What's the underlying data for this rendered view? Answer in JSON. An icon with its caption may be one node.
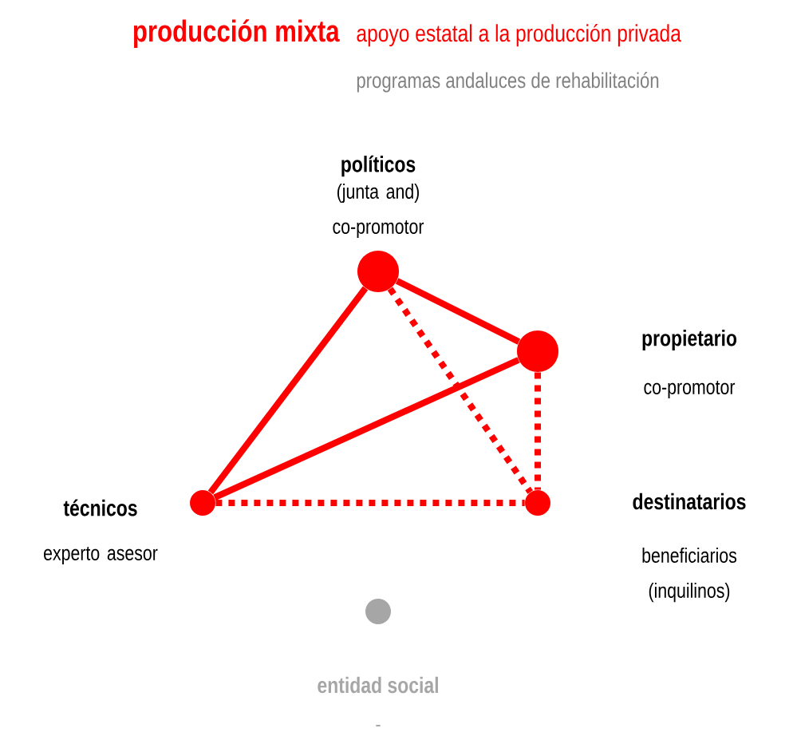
{
  "diagram": {
    "title": "producción mixta",
    "nodes": [
      {
        "text": [
          "políticos",
          "(junta and) co-promotor"
        ]
      },
      {
        "text": [
          "propietario",
          "co-promotor"
        ]
      },
      {
        "text": [
          "técnicos",
          "experto asesor"
        ]
      },
      {
        "text": [
          "destinatarios",
          "beneficiarios (inquilinos)"
        ]
      },
      {
        "text": [
          "entidad social",
          "-"
        ]
      }
    ],
    "edges": [
      {
        "from": 0,
        "to": 1,
        "arrow": "none"
      },
      {
        "from": 0,
        "to": 2,
        "arrow": "none"
      },
      {
        "from": 1,
        "to": 2,
        "arrow": "none"
      },
      {
        "from": 0,
        "to": 3,
        "arrow": "none",
        "style": "dashed"
      },
      {
        "from": 1,
        "to": 3,
        "arrow": "none",
        "style": "dashed"
      },
      {
        "from": 2,
        "to": 3,
        "arrow": "none",
        "style": "dashed"
      }
    ],
    "labels": [
      "apoyo estatal a la producción privada",
      "programas andaluces de rehabilitación"
    ]
  }
}
